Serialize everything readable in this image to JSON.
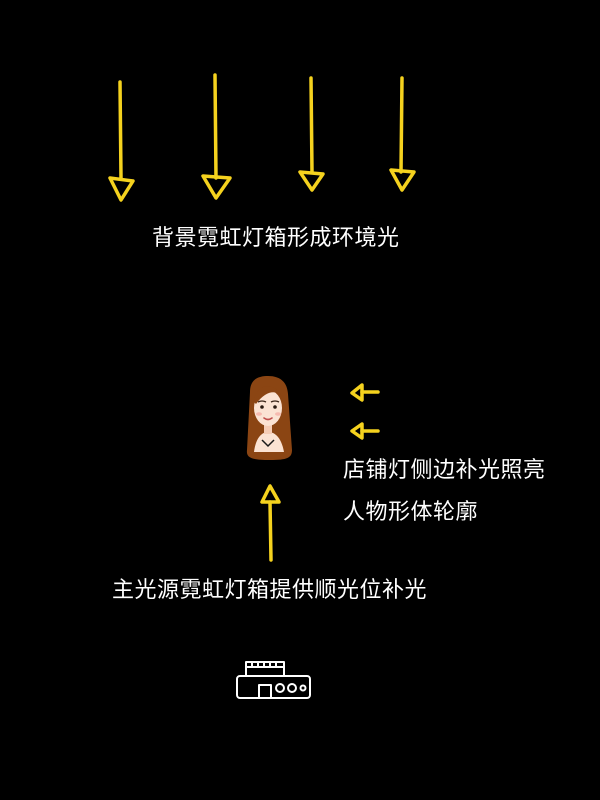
{
  "labels": {
    "background": "背景霓虹灯箱形成环境光",
    "side_line1": "店铺灯侧边补光照亮",
    "side_line2": "人物形体轮廓",
    "key": "主光源霓虹灯箱提供顺光位补光"
  },
  "colors": {
    "background": "#000000",
    "arrow": "#f5d21e",
    "text": "#ffffff",
    "camera": "#ffffff",
    "hair": "#8b4513",
    "skin": "#fbe3d3"
  },
  "icons": {
    "subject": "woman-avatar-icon",
    "camera": "camera-icon"
  }
}
